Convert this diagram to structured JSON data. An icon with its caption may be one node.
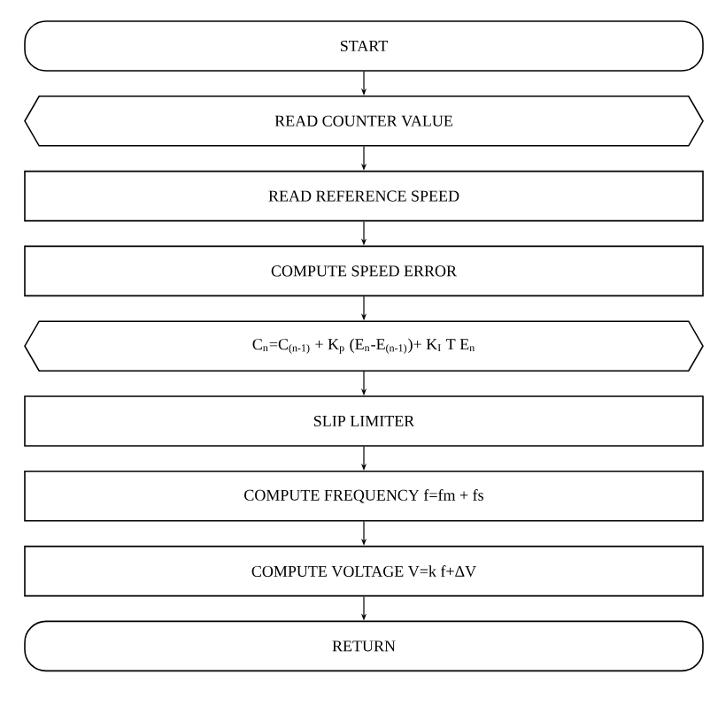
{
  "diagram": {
    "nodes": [
      {
        "text": [
          "START"
        ]
      },
      {
        "text": [
          "READ COUNTER VALUE"
        ]
      },
      {
        "text": [
          "READ REFERENCE SPEED"
        ]
      },
      {
        "text": [
          "COMPUTE SPEED ERROR"
        ]
      },
      {
        "text": [
          "C$_{n}$=C$_{(n-1)}$ + K$_{p}$ (E$_{n}$-E$_{(n-1)}$)+ K$_{I}$ T E$_{n}$"
        ]
      },
      {
        "text": [
          "SLIP LIMITER"
        ]
      },
      {
        "text": [
          "COMPUTE FREQUENCY f=fm + fs"
        ]
      },
      {
        "text": [
          "COMPUTE VOLTAGE V=k f+ΔV"
        ]
      },
      {
        "text": [
          "RETURN"
        ]
      }
    ],
    "edges": [
      {
        "from": 0,
        "to": 1,
        "arrow": "to"
      },
      {
        "from": 1,
        "to": 2,
        "arrow": "to"
      },
      {
        "from": 2,
        "to": 3,
        "arrow": "to"
      },
      {
        "from": 3,
        "to": 4,
        "arrow": "to"
      },
      {
        "from": 4,
        "to": 5,
        "arrow": "to"
      },
      {
        "from": 5,
        "to": 6,
        "arrow": "to"
      },
      {
        "from": 6,
        "to": 7,
        "arrow": "to"
      },
      {
        "from": 7,
        "to": 8,
        "arrow": "to"
      }
    ]
  }
}
